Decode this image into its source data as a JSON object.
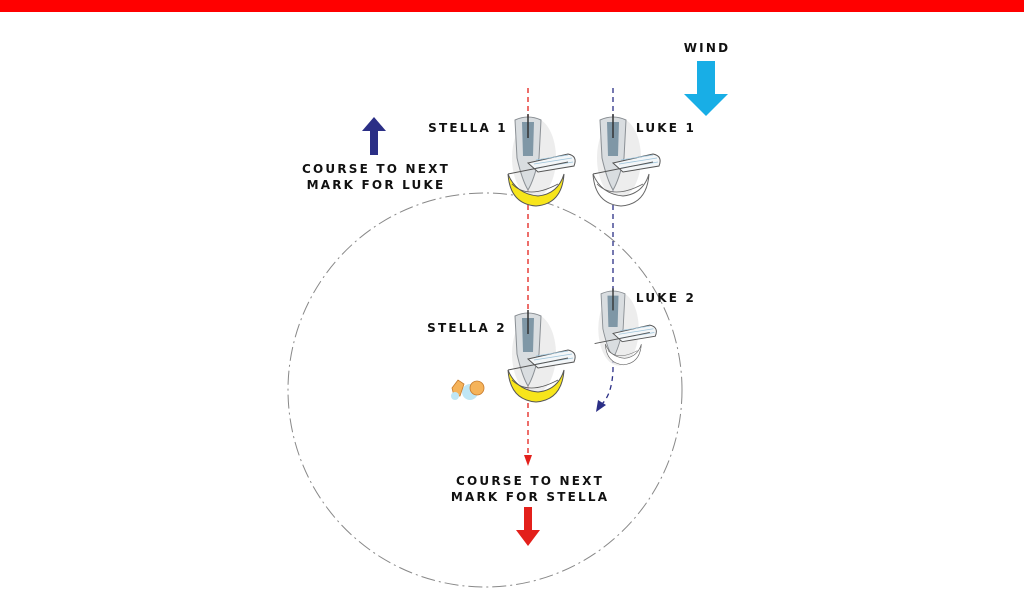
{
  "labels": {
    "wind": "WIND",
    "stella_1": "STELLA 1",
    "luke_1": "LUKE 1",
    "stella_2": "STELLA 2",
    "luke_2": "LUKE 2",
    "course_luke_line1": "COURSE TO NEXT",
    "course_luke_line2": "MARK FOR LUKE",
    "course_stella_line1": "COURSE TO NEXT",
    "course_stella_line2": "MARK FOR STELLA"
  },
  "colors": {
    "top_bar": "#ff0000",
    "wind_arrow": "#18aee6",
    "luke_arrow": "#2b2f86",
    "stella_arrow": "#e3201b",
    "stella_spinnaker": "#f7e51b",
    "luke_spinnaker": "#ffffff"
  }
}
